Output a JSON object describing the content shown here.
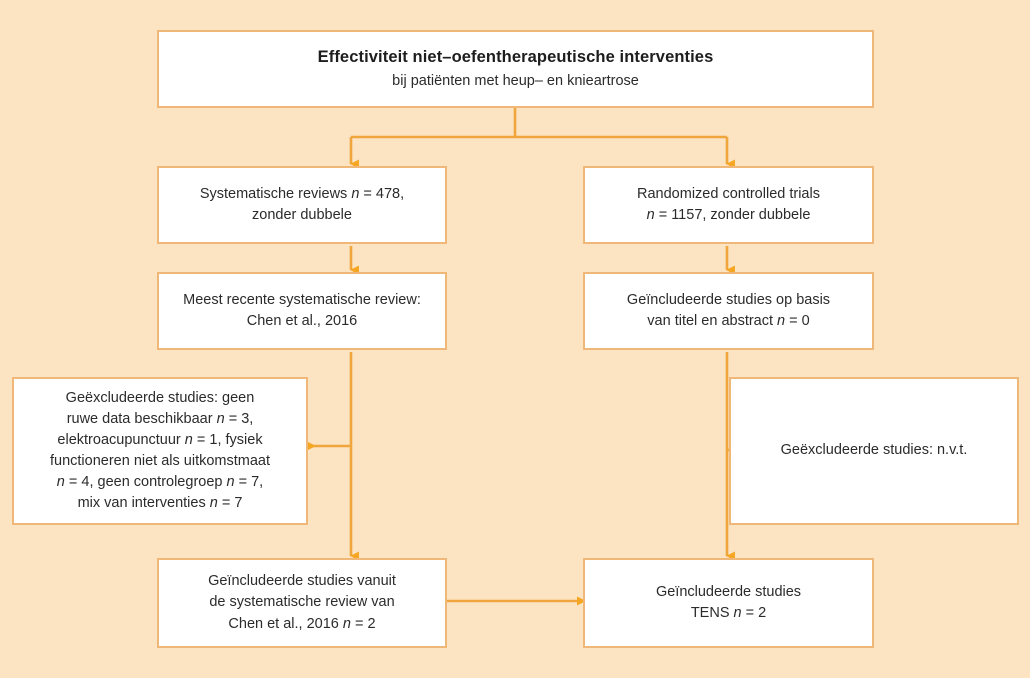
{
  "figure": {
    "background_color": "#fce3c2",
    "box_fill": "#ffffff",
    "box_border_color": "#f0b878",
    "connector_color": "#f0a63c"
  },
  "title_box": {
    "main": "Effectiviteit niet–oefentherapeutische interventies",
    "sub": "bij patiënten met heup– en knieartrose"
  },
  "boxes": {
    "systematic_reviews": {
      "line1_pre": "Systematische reviews ",
      "line1_italic": "n",
      "line1_post": " = 478,",
      "line2": "zonder dubbele"
    },
    "rcts": {
      "line1": "Randomized controlled trials",
      "line2_italic": "n",
      "line2_post": " = 1157, zonder dubbele"
    },
    "most_recent_review": {
      "line1": "Meest recente systematische review:",
      "line2": "Chen et al., 2016"
    },
    "included_title_abstract": {
      "line1": "Geïncludeerde studies op basis",
      "line2_pre": "van titel en abstract ",
      "line2_italic": "n",
      "line2_post": " = 0"
    },
    "excluded_left": {
      "line1": "Geëxcludeerde studies: geen",
      "line2_pre": "ruwe data beschikbaar ",
      "line2_italic": "n",
      "line2_post": " = 3,",
      "line3_pre": "elektroacupunctuur ",
      "line3_italic": "n",
      "line3_post": " = 1, fysiek",
      "line4": "functioneren niet als uitkomstmaat",
      "line5_italic_a": "n",
      "line5_mid": " = 4, geen controlegroep ",
      "line5_italic_b": "n",
      "line5_post": " = 7,",
      "line6_pre": "mix van interventies ",
      "line6_italic": "n",
      "line6_post": " = 7"
    },
    "excluded_right": {
      "line1": "Geëxcludeerde studies: n.v.t."
    },
    "included_from_review": {
      "line1": "Geïncludeerde studies vanuit",
      "line2": "de systematische review van",
      "line3_pre": "Chen et al., 2016 ",
      "line3_italic": "n",
      "line3_post": " = 2"
    },
    "included_tens": {
      "line1": "Geïncludeerde studies",
      "line2_pre": "TENS ",
      "line2_italic": "n",
      "line2_post": " = 2"
    }
  }
}
